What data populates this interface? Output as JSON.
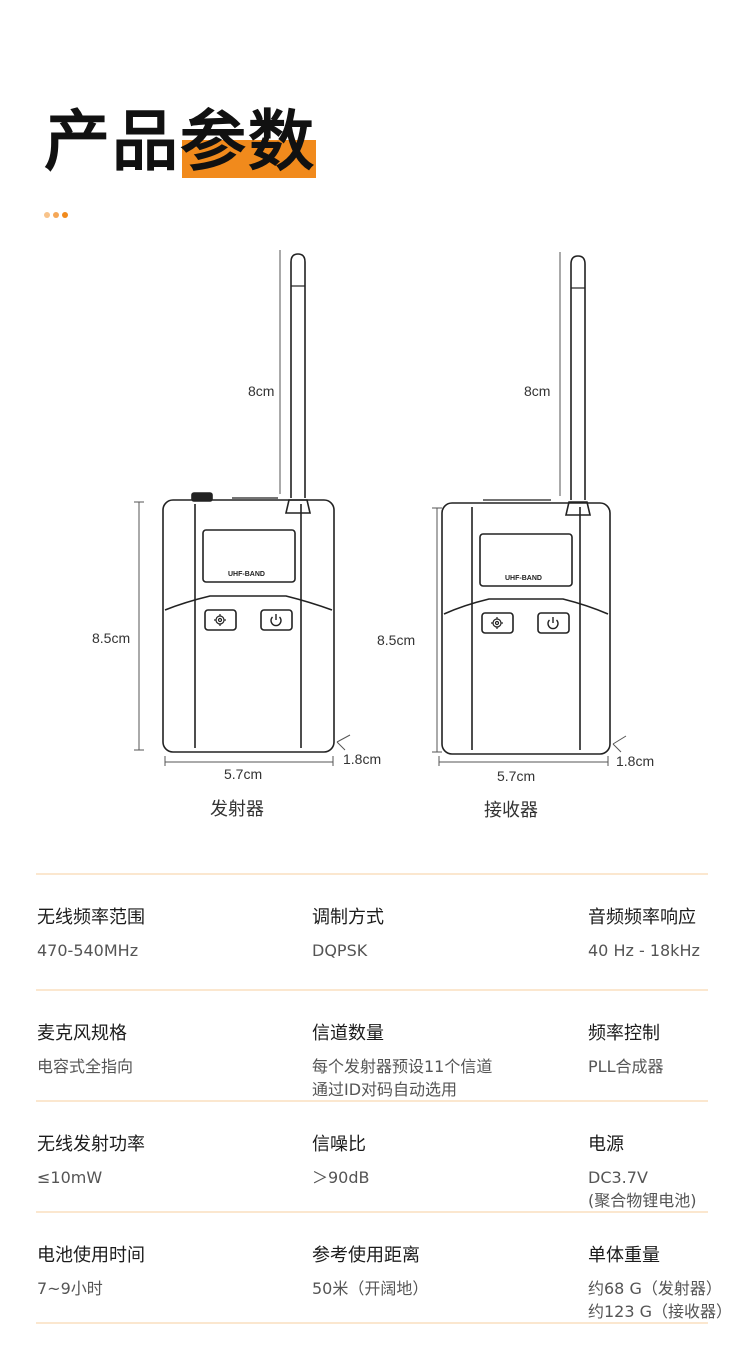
{
  "header": {
    "title_part1": "产品",
    "title_part2": "参数",
    "accent_color": "#f18a1c",
    "dot_colors": [
      "#f8c38a",
      "#f5a757",
      "#f18a1c"
    ]
  },
  "diagram": {
    "devices": [
      {
        "caption": "发射器",
        "screen_label": "UHF-BAND",
        "antenna_label": "8cm",
        "height_label": "8.5cm",
        "width_label": "5.7cm",
        "depth_label": "1.8cm",
        "buttons": [
          "gear-icon",
          "power-icon"
        ]
      },
      {
        "caption": "接收器",
        "screen_label": "UHF-BAND",
        "antenna_label": "8cm",
        "height_label": "8.5cm",
        "width_label": "5.7cm",
        "depth_label": "1.8cm",
        "buttons": [
          "gear-icon",
          "power-icon"
        ]
      }
    ]
  },
  "specs": [
    [
      {
        "label": "无线频率范围",
        "value": "470-540MHz"
      },
      {
        "label": "调制方式",
        "value": "DQPSK"
      },
      {
        "label": "音频频率响应",
        "value": "40 Hz - 18kHz"
      }
    ],
    [
      {
        "label": "麦克风规格",
        "value": "电容式全指向"
      },
      {
        "label": "信道数量",
        "value": "每个发射器预设11个信道",
        "value2": "通过ID对码自动选用"
      },
      {
        "label": "频率控制",
        "value": "PLL合成器"
      }
    ],
    [
      {
        "label": "无线发射功率",
        "value": "≤10mW"
      },
      {
        "label": "信噪比",
        "value": "＞90dB"
      },
      {
        "label": "电源",
        "value": "DC3.7V",
        "value2": "(聚合物锂电池)"
      }
    ],
    [
      {
        "label": "电池使用时间",
        "value": "7~9小时"
      },
      {
        "label": "参考使用距离",
        "value": "50米（开阔地）"
      },
      {
        "label": "单体重量",
        "value": "约68 G（发射器）",
        "value2": "约123 G（接收器）"
      }
    ]
  ]
}
